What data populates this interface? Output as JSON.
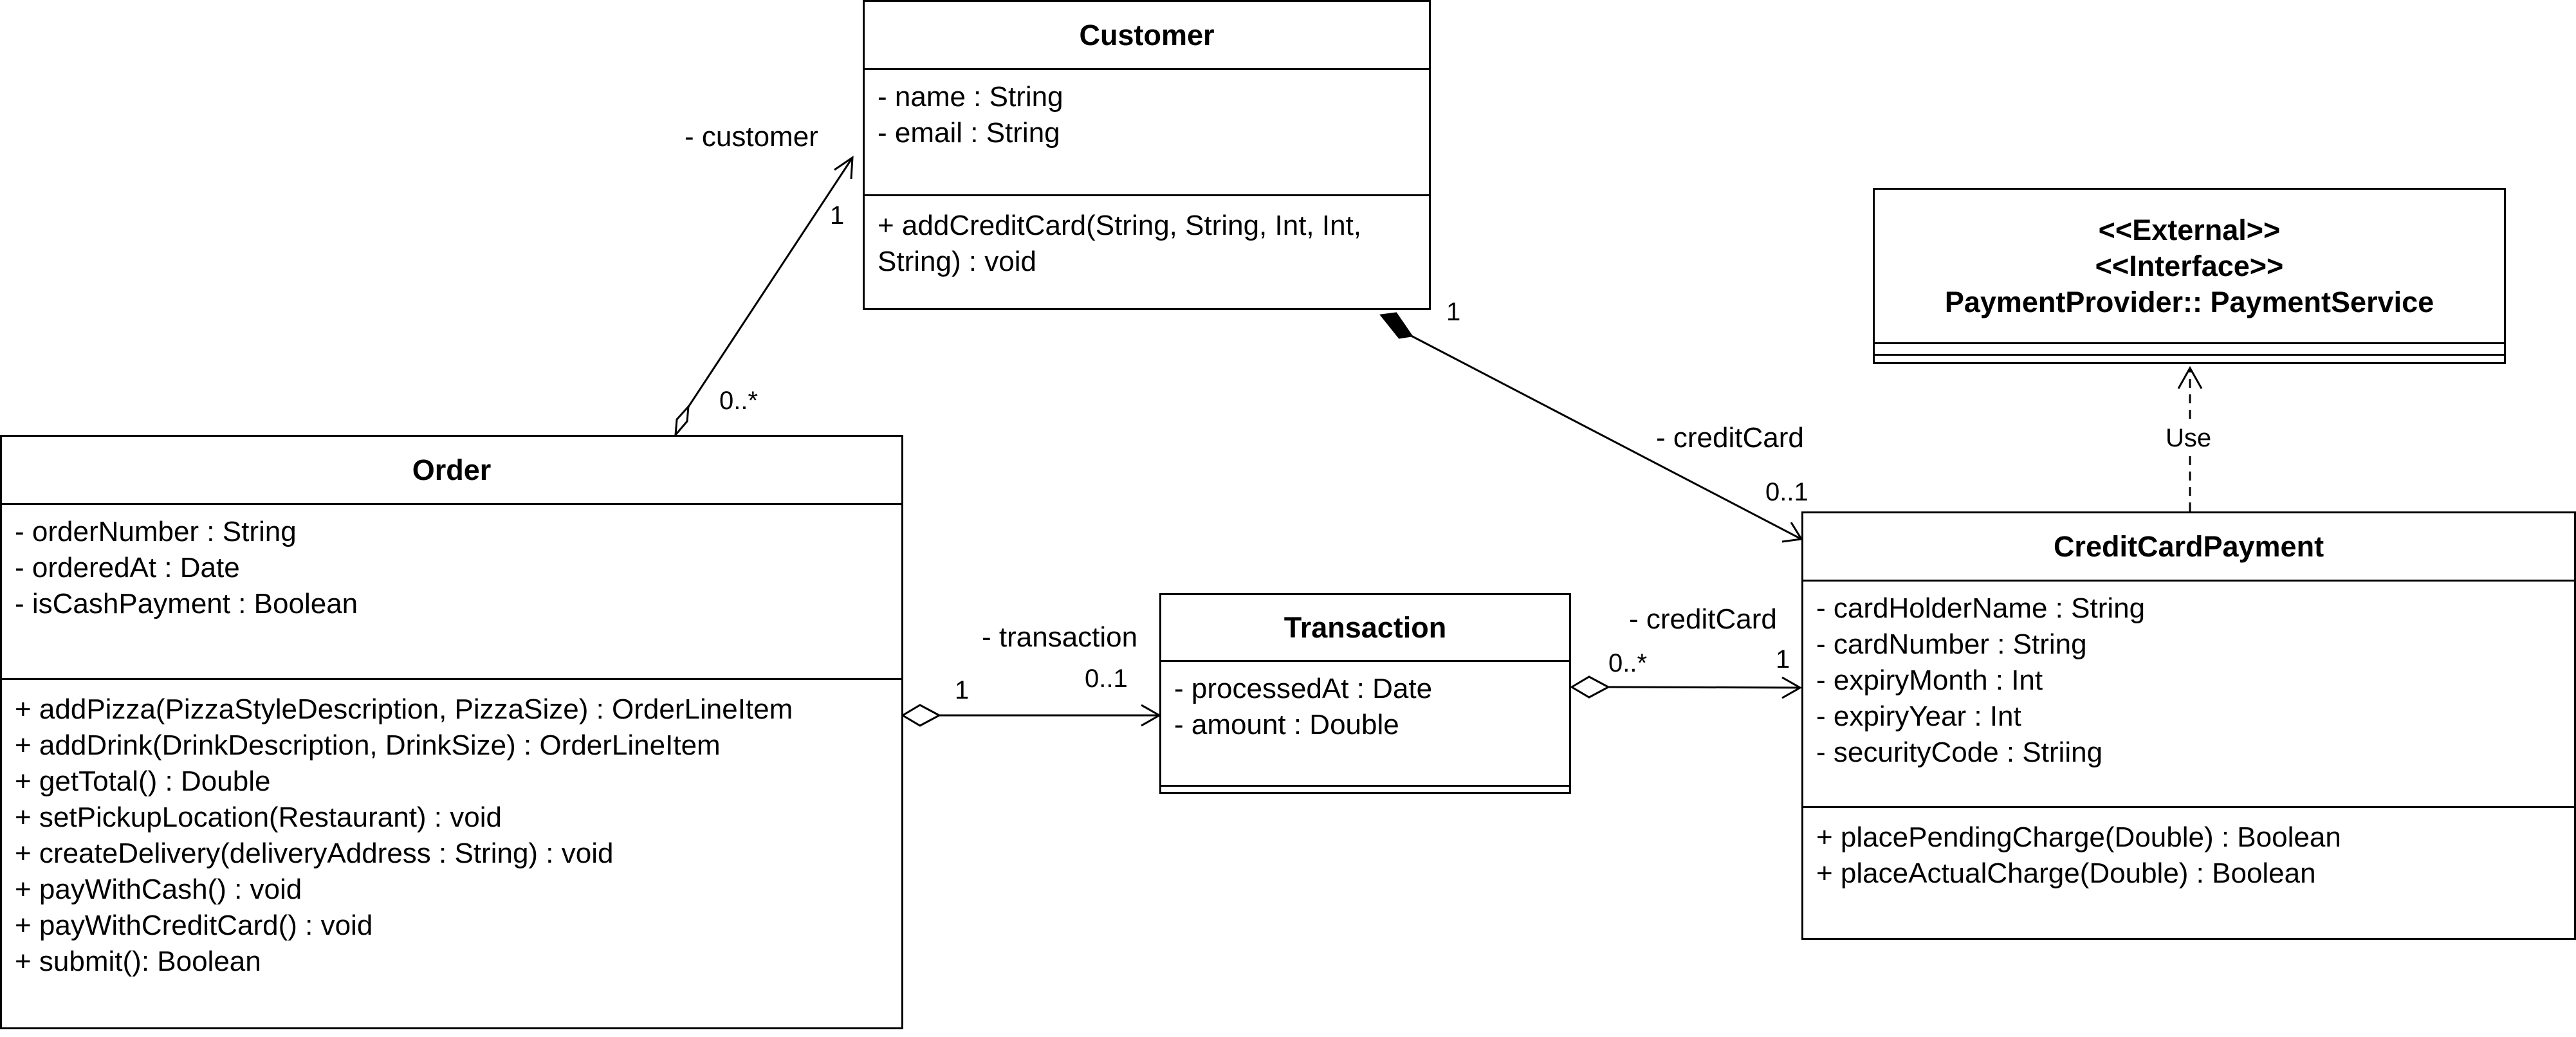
{
  "diagram": {
    "classes": {
      "customer": {
        "name": "Customer",
        "attributes": [
          "- name : String",
          "- email : String"
        ],
        "operations": [
          "+ addCreditCard(String, String, Int, Int, String) : void"
        ]
      },
      "order": {
        "name": "Order",
        "attributes": [
          "- orderNumber : String",
          "- orderedAt : Date",
          "- isCashPayment : Boolean"
        ],
        "operations": [
          "+ addPizza(PizzaStyleDescription, PizzaSize) : OrderLineItem",
          "+ addDrink(DrinkDescription, DrinkSize) : OrderLineItem",
          "+ getTotal() : Double",
          "+ setPickupLocation(Restaurant) : void",
          "+ createDelivery(deliveryAddress : String) : void",
          "+ payWithCash() : void",
          "+ payWithCreditCard() : void",
          "+ submit(): Boolean"
        ]
      },
      "transaction": {
        "name": "Transaction",
        "attributes": [
          "- processedAt : Date",
          "- amount : Double"
        ],
        "operations": []
      },
      "credit_card_payment": {
        "name": "CreditCardPayment",
        "attributes": [
          "- cardHolderName : String",
          "- cardNumber : String",
          "- expiryMonth : Int",
          "- expiryYear : Int",
          "- securityCode : Striing"
        ],
        "operations": [
          "+ placePendingCharge(Double) : Boolean",
          "+ placeActualCharge(Double) : Boolean"
        ]
      },
      "payment_provider": {
        "stereotypes": [
          "<<External>>",
          "<<Interface>>"
        ],
        "name": "PaymentProvider:: PaymentService",
        "attributes": [],
        "operations": []
      }
    },
    "associations": {
      "order_customer": {
        "role": "- customer",
        "target_mult": "1",
        "source_mult": "0..*",
        "kind": "aggregation"
      },
      "customer_credit_card": {
        "role": "- creditCard",
        "source_mult": "1",
        "target_mult": "0..1",
        "kind": "composition"
      },
      "order_transaction": {
        "role": "- transaction",
        "source_mult": "1",
        "target_mult": "0..1",
        "kind": "aggregation"
      },
      "transaction_credit_card": {
        "role": "- creditCard",
        "source_mult": "0..*",
        "target_mult": "1",
        "kind": "aggregation"
      },
      "credit_card_payment_provider": {
        "label": "Use",
        "kind": "dependency"
      }
    }
  }
}
